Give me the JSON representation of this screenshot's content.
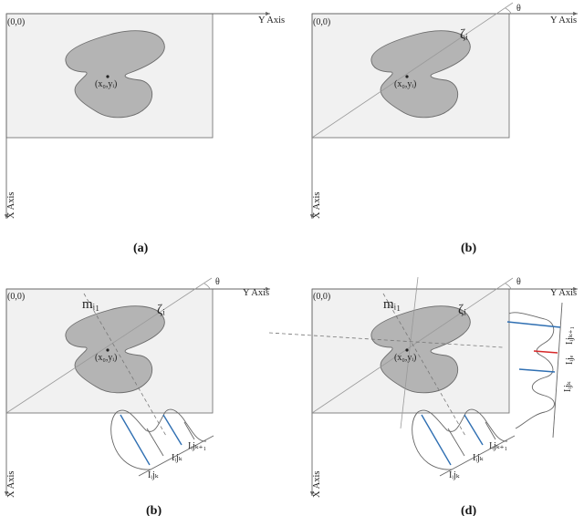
{
  "panels": [
    {
      "caption": "(a)",
      "origin": "(0,0)",
      "y_axis": "Y Axis",
      "x_axis": "X Axis",
      "centroid": "(x₀,yᵢ)"
    },
    {
      "caption": "(b)",
      "origin": "(0,0)",
      "y_axis": "Y Axis",
      "x_axis": "X Axis",
      "centroid": "(x₀,yᵢ)",
      "theta": "θ",
      "zeta": "ζᵢ"
    },
    {
      "caption": "(b)",
      "origin": "(0,0)",
      "y_axis": "Y Axis",
      "x_axis": "X Axis",
      "centroid": "(x₀,yᵢ)",
      "theta": "θ",
      "zeta": "ζᵢ",
      "m": "mᵢ₁",
      "proj_labels": [
        "Iᵢjₖ",
        "Iᵢjₖ",
        "Iᵢjₖ₊₁"
      ]
    },
    {
      "caption": "(d)",
      "origin": "(0,0)",
      "y_axis": "Y Axis",
      "x_axis": "X Axis",
      "centroid": "(x₀,yᵢ)",
      "theta": "θ",
      "zeta": "ζᵢ",
      "m": "mᵢ₁",
      "proj_labels": [
        "Iᵢjₖ",
        "Iᵢjₖ",
        "Iᵢjₖ₊₁"
      ],
      "right_labels": [
        "Iᵢjₖ₊₁",
        "Iᵢjₑ",
        "Iᵢjₖ"
      ]
    }
  ],
  "colors": {
    "projection": "#2f6fb2",
    "highlight": "#d62728"
  }
}
